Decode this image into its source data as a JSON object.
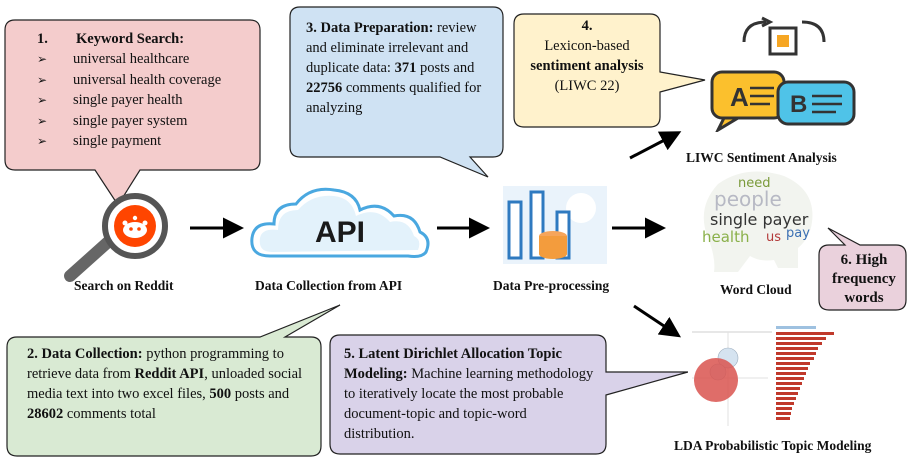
{
  "box1": {
    "num": "1.",
    "title": "Keyword Search:",
    "arrow": "➢",
    "keywords": [
      "universal healthcare",
      "universal health coverage",
      "single payer health",
      "single payer system",
      "single payment"
    ]
  },
  "box2": {
    "title": "2. Data Collection:",
    "t1": " python programming to retrieve data from ",
    "b1": "Reddit API",
    "t2": ", unloaded social media text into two excel files, ",
    "b2": "500",
    "t3": " posts and ",
    "b3": "28602",
    "t4": " comments total"
  },
  "box3": {
    "title": "3. Data Preparation:",
    "t1": " review and eliminate irrelevant and duplicate data: ",
    "b1": "371",
    "t2": " posts and ",
    "b2": "22756",
    "t3": " comments qualified for analyzing"
  },
  "box4": {
    "num": "4.",
    "t1": "Lexicon-based",
    "b1": "sentiment analysis",
    "t2": "(LIWC 22)"
  },
  "box5": {
    "title": "5. Latent Dirichlet Allocation Topic Modeling:",
    "t1": " Machine learning methodology to iteratively locate the most probable document-topic and topic-word distribution."
  },
  "box6": {
    "text": "6. High frequency words"
  },
  "labels": {
    "search": "Search on Reddit",
    "api_collection": "Data Collection from API",
    "preprocessing": "Data Pre-processing",
    "liwc": "LIWC Sentiment Analysis",
    "wordcloud": "Word Cloud",
    "lda": "LDA Probabilistic Topic Modeling"
  },
  "icons": {
    "search": "reddit-magnifier-icon",
    "api": "api-cloud-icon",
    "preprocessing": "bar-chart-database-icon",
    "liwc": "chat-bubbles-ab-icon",
    "wordcloud": "head-word-cloud-icon",
    "lda": "lda-chart-thumbnail-icon"
  },
  "api_text": "API",
  "ab_text": {
    "a": "A",
    "b": "B"
  },
  "wordcloud_words": [
    "need",
    "people",
    "single payer",
    "health",
    "us",
    "pay"
  ],
  "colors": {
    "box1": "#f4cccc",
    "box2": "#d9ead3",
    "box3": "#cfe2f3",
    "box4": "#fff2cc",
    "box5": "#d9d2e9",
    "box6": "#ead1dc",
    "stroke": "#222222",
    "reddit_orange": "#ff4500",
    "api_blue": "#1f7fc2"
  }
}
